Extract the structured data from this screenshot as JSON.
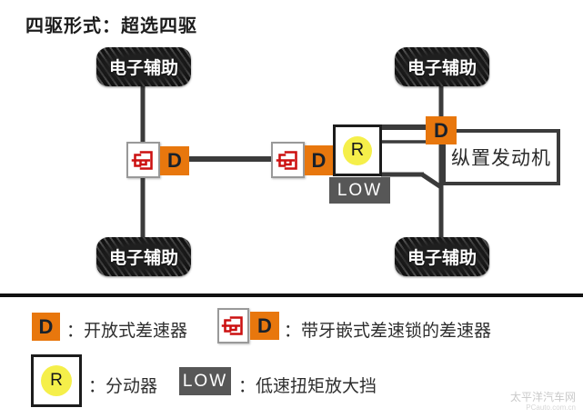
{
  "title": "四驱形式：超选四驱",
  "colors": {
    "orange": "#E8770D",
    "red": "#CC1111",
    "yellow": "#F5EF4A",
    "low-gray": "#575757",
    "line": "#3B3B3B"
  },
  "diagram": {
    "tire_label": "电子辅助",
    "front_diff_label": "D",
    "center_diff_label": "D",
    "rear_diff_label": "D",
    "transfer_case_label": "R",
    "low_gear_label": "LOW",
    "engine_label": "纵置发动机"
  },
  "legend": {
    "open_diff": {
      "symbol": "D",
      "desc": "：开放式差速器"
    },
    "locked_diff": {
      "symbol": "D",
      "desc": "：带牙嵌式差速锁的差速器"
    },
    "transfer_case": {
      "symbol": "R",
      "desc": "：分动器"
    },
    "low_gear": {
      "symbol": "LOW",
      "desc": "：低速扭矩放大挡"
    }
  },
  "watermark": {
    "line1": "太平洋汽车网",
    "line2": "PCauto.com.cn"
  }
}
